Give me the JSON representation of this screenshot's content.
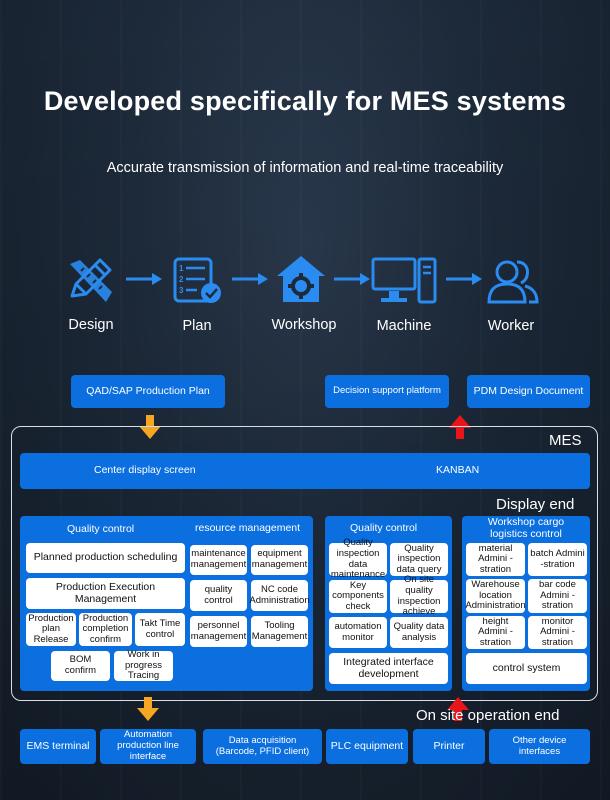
{
  "headline": "Developed specifically for MES systems",
  "subline": "Accurate transmission of information and real-time traceability",
  "flow": [
    {
      "label": "Design",
      "icon": "pencil-ruler-icon"
    },
    {
      "label": "Plan",
      "icon": "checklist-icon"
    },
    {
      "label": "Workshop",
      "icon": "house-gear-icon"
    },
    {
      "label": "Machine",
      "icon": "computer-icon"
    },
    {
      "label": "Worker",
      "icon": "users-icon"
    }
  ],
  "top_buttons": {
    "qad": "QAD/SAP Production Plan",
    "decision": "Decision support platform",
    "pdm": "PDM Design Document"
  },
  "mes_label": "MES",
  "display_end_label": "Display end",
  "onsite_label": "On site operation end",
  "center_bar": {
    "left": "Center display screen",
    "right": "KANBAN"
  },
  "panel1": {
    "title_left": "Quality control",
    "title_right": "resource management",
    "items_left": [
      "Planned production scheduling",
      "Production Execution Management",
      "Production plan Release",
      "Production completion confirm",
      "Takt Time control",
      "BOM confirm",
      "Work in progress Tracing"
    ],
    "items_right": [
      "maintenance management",
      "equipment management",
      "quality control",
      "NC code Administration",
      "personnel management",
      "Tooling Management"
    ]
  },
  "panel2": {
    "title": "Quality control",
    "items": [
      "Quality inspection data maintenance",
      "Quality inspection data query",
      "Key components check",
      "On site quality inspection achieve",
      "automation monitor",
      "Quality data analysis",
      "Integrated interface development"
    ]
  },
  "panel3": {
    "title": "Workshop cargo logistics control",
    "items": [
      "material Admini -stration",
      "batch Admini -stration",
      "Warehouse location Administration",
      "bar code Admini -stration",
      "height Admini -stration",
      "monitor Admini -stration",
      "control system"
    ]
  },
  "bottom_buttons": [
    "EMS terminal",
    "Automation production line interface",
    "Data acquisition (Barcode, PFID client)",
    "PLC equipment",
    "Printer",
    "Other device interfaces"
  ],
  "colors": {
    "accent": "#0b6fe0",
    "arrow_down": "#f5a623",
    "arrow_up": "#e8161b",
    "icon": "#2a8cf0"
  }
}
